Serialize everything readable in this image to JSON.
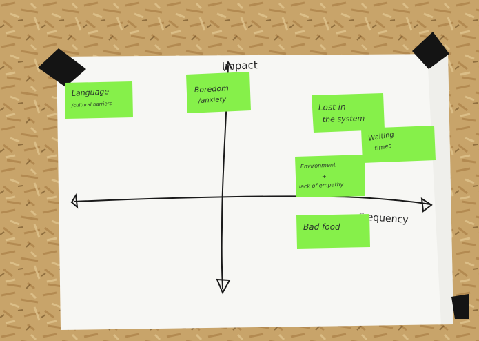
{
  "scene": {
    "background_color": "#c9a56a",
    "paper_color": "#f7f7f4",
    "tape_color": "#141414",
    "note_color": "#86f04a",
    "ink_color": "#1a1a1a"
  },
  "axes": {
    "vertical_label": "Impact",
    "horizontal_label": "Frequency"
  },
  "notes": [
    {
      "lines": [
        "Language",
        "/cultural barriers"
      ]
    },
    {
      "lines": [
        "Boredom",
        "/anxiety"
      ]
    },
    {
      "lines": [
        "Lost in",
        "the system"
      ]
    },
    {
      "lines": [
        "Waiting",
        "times"
      ]
    },
    {
      "lines": [
        "Environment",
        "+",
        "lack of empathy"
      ]
    },
    {
      "lines": [
        "Bad food"
      ]
    }
  ]
}
